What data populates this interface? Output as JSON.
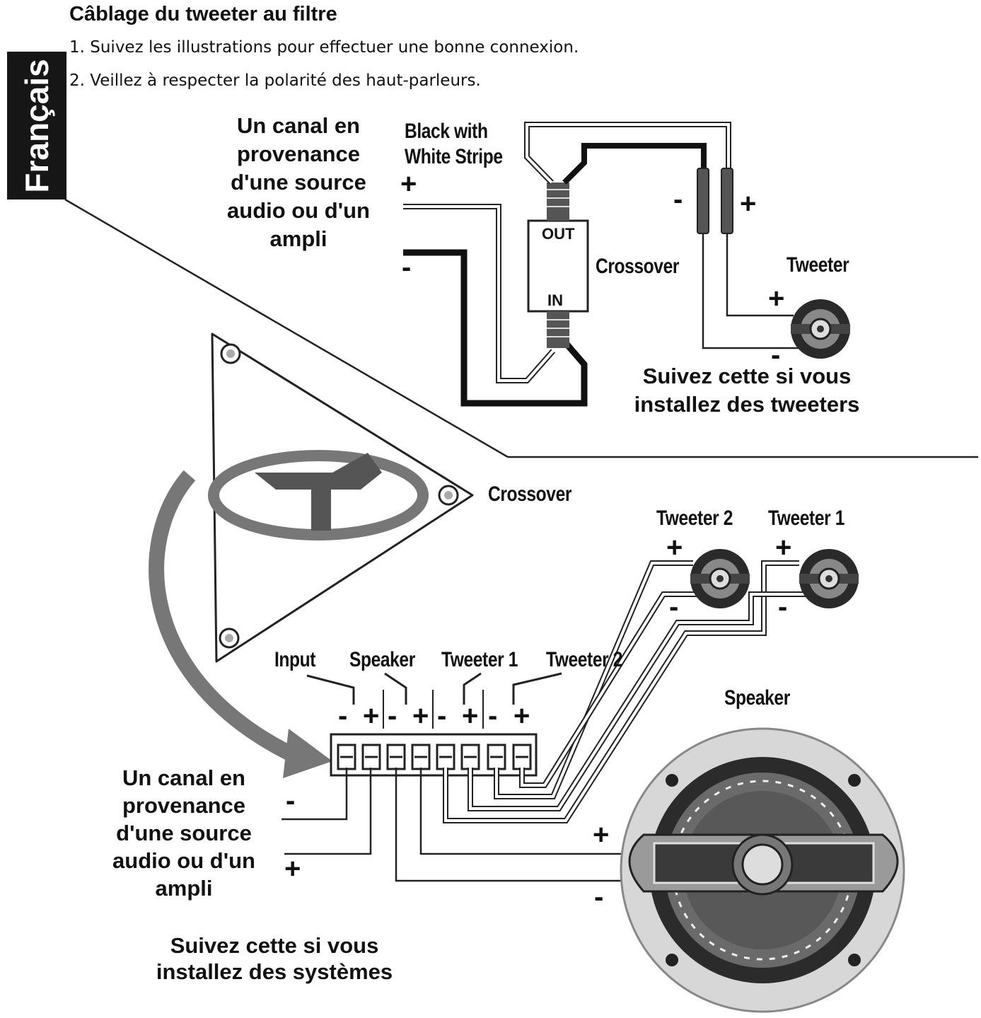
{
  "header": {
    "title": "Câblage du tweeter au filtre",
    "steps": [
      "1. Suivez les illustrations pour effectuer une bonne connexion.",
      "2. Veillez à respecter la polarité des haut-parleurs."
    ]
  },
  "side_tab": {
    "language": "Français"
  },
  "top_diagram": {
    "source_label": "Un canal en provenance d'une source audio ou d'un ampli",
    "wire_label": "Black with White Stripe",
    "crossover_label": "Crossover",
    "out_label": "OUT",
    "in_label": "IN",
    "tweeter_label": "Tweeter",
    "plus": "+",
    "minus": "-",
    "note": "Suivez cette si vous installez des tweeters"
  },
  "bottom_diagram": {
    "crossover_label": "Crossover",
    "tweeter2_label": "Tweeter 2",
    "tweeter1_label": "Tweeter 1",
    "terminal_labels": [
      "Input",
      "Speaker",
      "Tweeter 1",
      "Tweeter 2"
    ],
    "terminal_signs": [
      "-",
      "+",
      "-",
      "+",
      "-",
      "+",
      "-",
      "+"
    ],
    "speaker_label": "Speaker",
    "source_label": "Un canal en provenance d'une source audio ou d'un ampli",
    "plus": "+",
    "minus": "-",
    "note": "Suivez cette si vous installez des systèmes"
  }
}
